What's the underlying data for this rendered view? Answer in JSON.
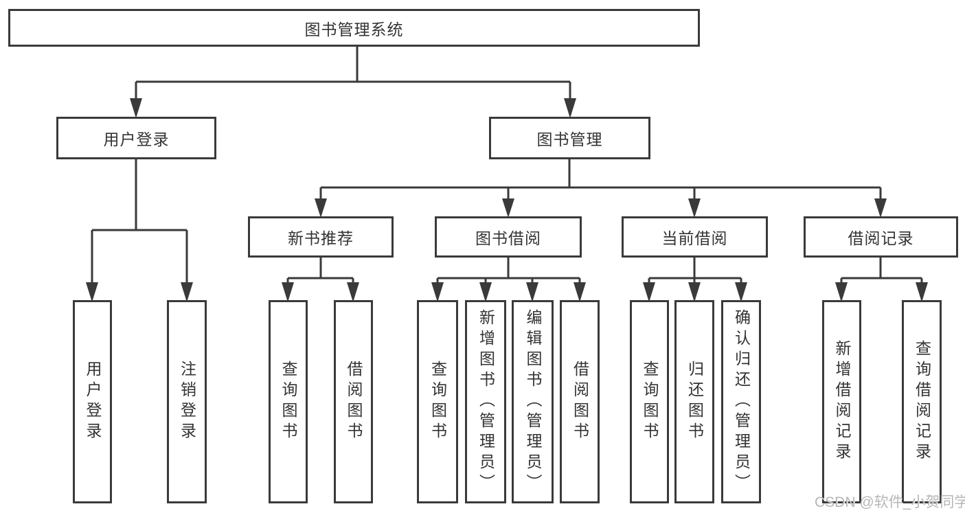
{
  "diagram": {
    "title": "图书管理系统",
    "tree": {
      "label": "图书管理系统",
      "children": [
        {
          "label": "用户登录",
          "children": [
            {
              "label": "用户登录"
            },
            {
              "label": "注销登录"
            }
          ]
        },
        {
          "label": "图书管理",
          "children": [
            {
              "label": "新书推荐",
              "children": [
                {
                  "label": "查询图书"
                },
                {
                  "label": "借阅图书"
                }
              ]
            },
            {
              "label": "图书借阅",
              "children": [
                {
                  "label": "查询图书"
                },
                {
                  "label": "新增图书（管理员）"
                },
                {
                  "label": "编辑图书（管理员）"
                },
                {
                  "label": "借阅图书"
                }
              ]
            },
            {
              "label": "当前借阅",
              "children": [
                {
                  "label": "查询图书"
                },
                {
                  "label": "归还图书"
                },
                {
                  "label": "确认归还（管理员）"
                }
              ]
            },
            {
              "label": "借阅记录",
              "children": [
                {
                  "label": "新增借阅记录"
                },
                {
                  "label": "查询借阅记录"
                }
              ]
            }
          ]
        }
      ]
    },
    "colors": {
      "box_border": "#3a3a3a",
      "box_fill": "#ffffff",
      "connector_line": "#3a3a3a",
      "text": "#333333",
      "watermark_text": "#b6b6b6",
      "background": "#ffffff"
    }
  },
  "watermark": "CSDN @软件_小贺同学"
}
